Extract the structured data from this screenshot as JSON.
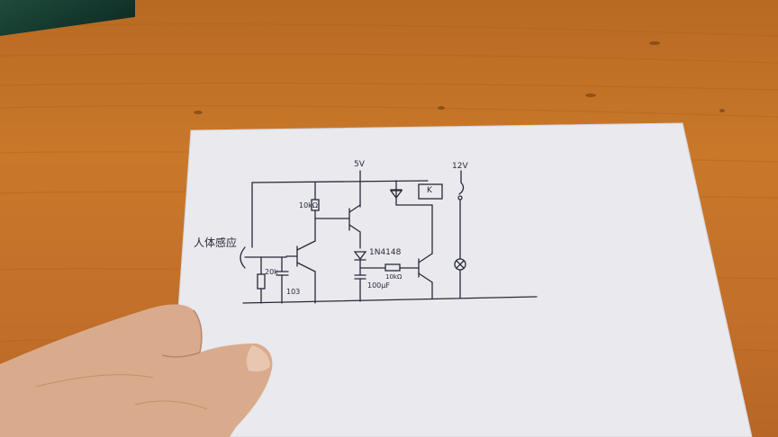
{
  "scene": {
    "labels": {
      "supply_5v": "5V",
      "supply_12v": "12V",
      "sensor": "人体感应",
      "r_base": "10kΩ",
      "r_pulldown": "20k",
      "cap_small": "103",
      "diode": "1N4148",
      "cap_big": "100μF",
      "r_second": "10kΩ",
      "relay": "K"
    }
  }
}
